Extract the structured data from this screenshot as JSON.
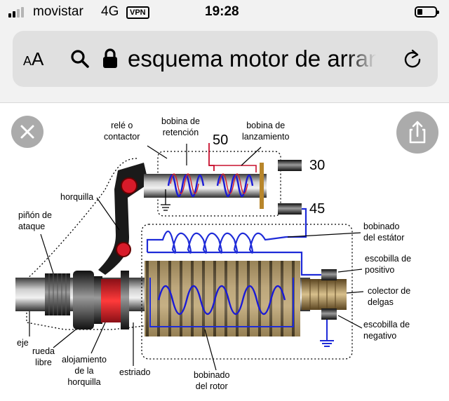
{
  "status_bar": {
    "carrier": "movistar",
    "network": "4G",
    "vpn": "VPN",
    "time": "19:28"
  },
  "url_bar": {
    "text_size_small": "A",
    "text_size_big": "A",
    "query": "esquema motor de arranque"
  },
  "diagram": {
    "terminals": {
      "t50": "50",
      "t30": "30",
      "t45": "45"
    },
    "labels": {
      "rele_line1": "relé o",
      "rele_line2": "contactor",
      "bobina_ret_line1": "bobina de",
      "bobina_ret_line2": "retención",
      "bobina_lanz_line1": "bobina de",
      "bobina_lanz_line2": "lanzamiento",
      "horquilla": "horquilla",
      "pinon_line1": "piñón de",
      "pinon_line2": "ataque",
      "bobinado_estator_line1": "bobinado",
      "bobinado_estator_line2": "del estátor",
      "escobilla_pos_line1": "escobilla de",
      "escobilla_pos_line2": "positivo",
      "colector_line1": "colector de",
      "colector_line2": "delgas",
      "escobilla_neg_line1": "escobilla de",
      "escobilla_neg_line2": "negativo",
      "eje": "eje",
      "rueda_line1": "rueda",
      "rueda_line2": "libre",
      "alojamiento_line1": "alojamiento",
      "alojamiento_line2": "de la",
      "alojamiento_line3": "horquilla",
      "estriado": "estriado",
      "bobinado_rotor_line1": "bobinado",
      "bobinado_rotor_line2": "del rotor"
    }
  },
  "colors": {
    "coil_blue": "#1a1ad6",
    "coil_red": "#d81b2a",
    "wire_blue": "#1e2bd8",
    "red_wire": "#c8102e",
    "overlay_button": "#969696"
  }
}
